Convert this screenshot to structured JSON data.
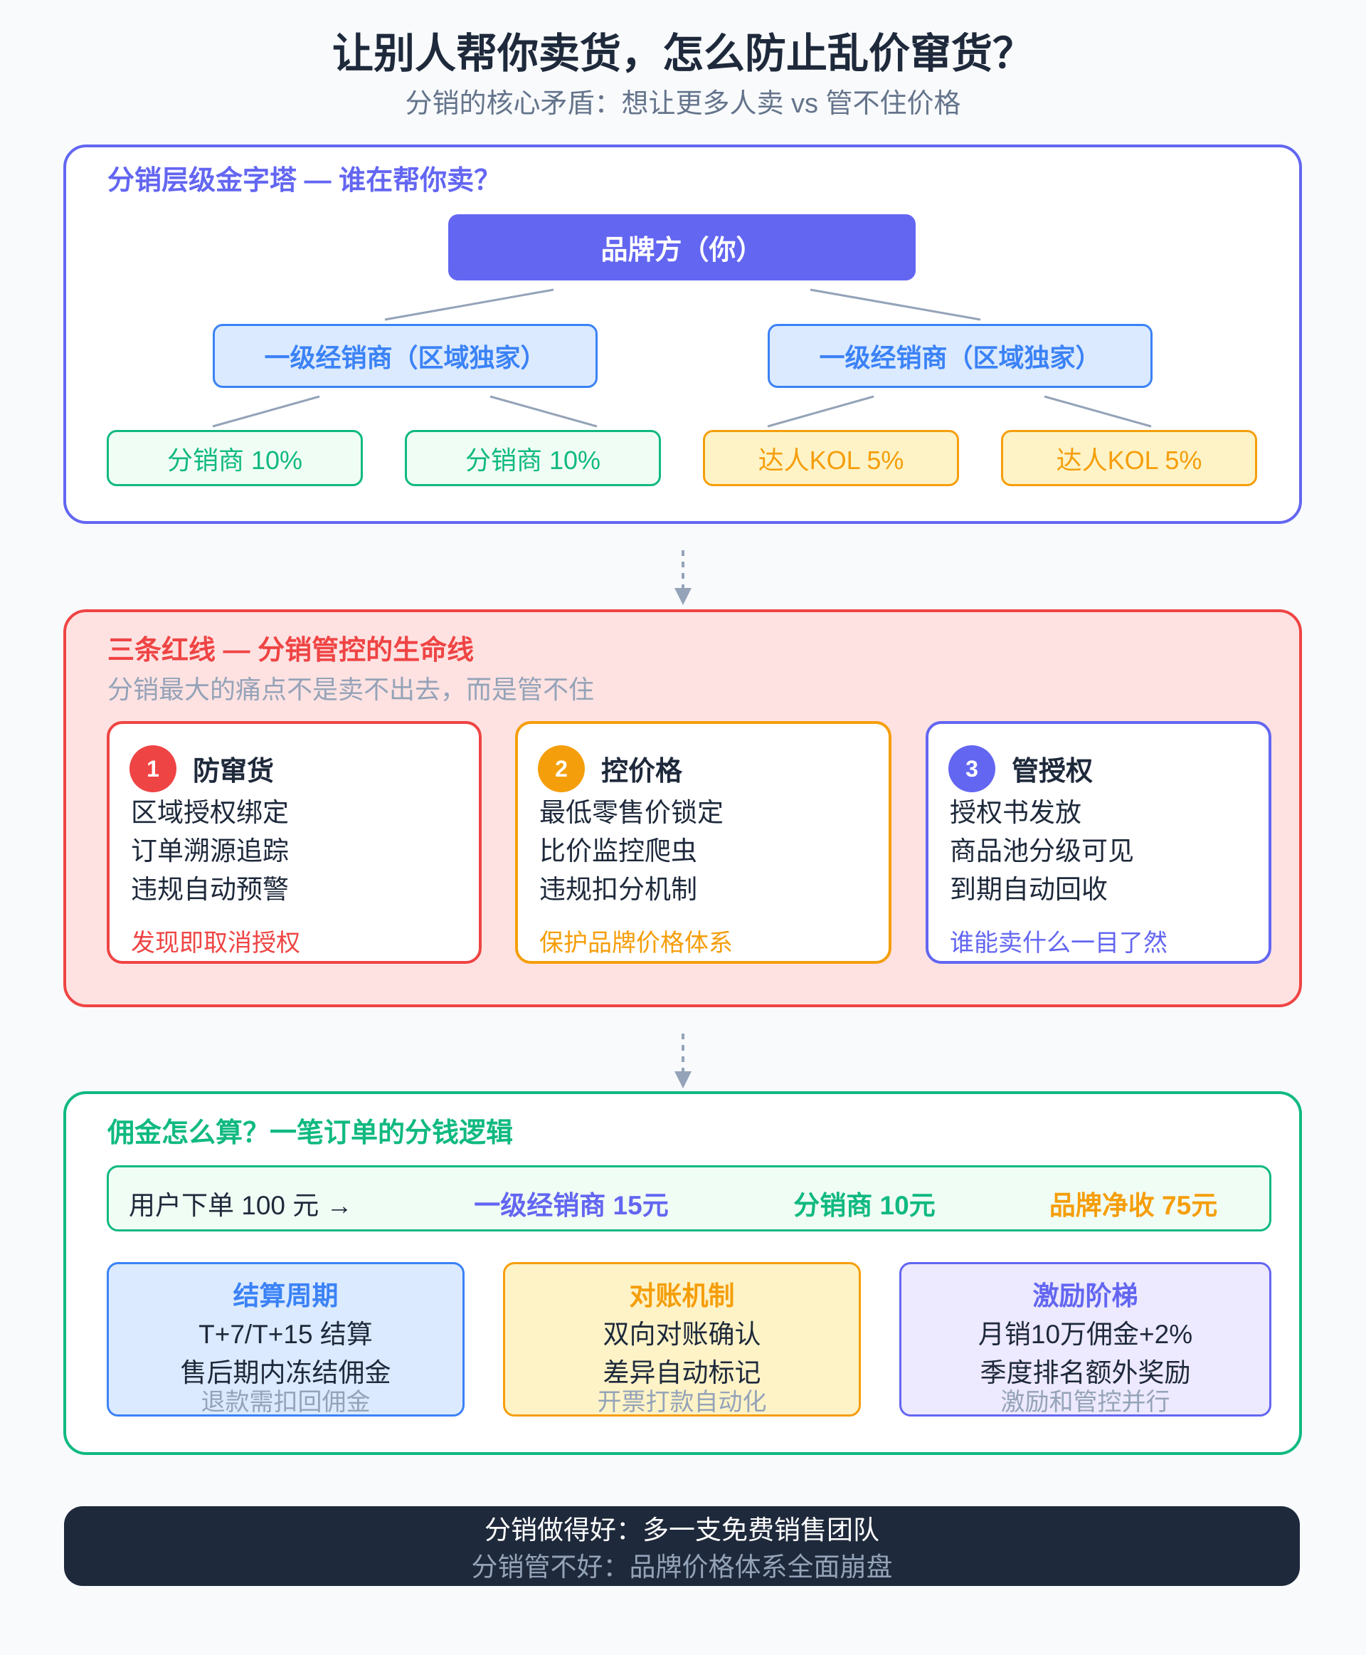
{
  "header": {
    "title": "让别人帮你卖货，怎么防止乱价窜货？",
    "subtitle": "分销的核心矛盾：想让更多人卖 vs 管不住价格"
  },
  "pyramid": {
    "title": "分销层级金字塔 — 谁在帮你卖？",
    "brand": "品牌方（你）",
    "level1": [
      "一级经销商（区域独家）",
      "一级经销商（区域独家）"
    ],
    "level2": [
      "分销商 10%",
      "分销商 10%",
      "达人KOL 5%",
      "达人KOL 5%"
    ]
  },
  "redlines": {
    "title": "三条红线 — 分销管控的生命线",
    "subtitle": "分销最大的痛点不是卖不出去，而是管不住",
    "cards": [
      {
        "num": "1",
        "heading": "防窜货",
        "lines": [
          "区域授权绑定",
          "订单溯源追踪",
          "违规自动预警"
        ],
        "footer": "发现即取消授权",
        "color": "#ef4444"
      },
      {
        "num": "2",
        "heading": "控价格",
        "lines": [
          "最低零售价锁定",
          "比价监控爬虫",
          "违规扣分机制"
        ],
        "footer": "保护品牌价格体系",
        "color": "#f59e0b"
      },
      {
        "num": "3",
        "heading": "管授权",
        "lines": [
          "授权书发放",
          "商品池分级可见",
          "到期自动回收"
        ],
        "footer": "谁能卖什么一目了然",
        "color": "#6366f1"
      }
    ]
  },
  "commission": {
    "title": "佣金怎么算？一笔订单的分钱逻辑",
    "flow": {
      "order": "用户下单 100 元 →",
      "level1": "一级经销商 15元",
      "distributor": "分销商 10元",
      "brand": "品牌净收 75元"
    },
    "cards": [
      {
        "heading": "结算周期",
        "lines": [
          "T+7/T+15 结算",
          "售后期内冻结佣金"
        ],
        "note": "退款需扣回佣金"
      },
      {
        "heading": "对账机制",
        "lines": [
          "双向对账确认",
          "差异自动标记"
        ],
        "note": "开票打款自动化"
      },
      {
        "heading": "激励阶梯",
        "lines": [
          "月销10万佣金+2%",
          "季度排名额外奖励"
        ],
        "note": "激励和管控并行"
      }
    ]
  },
  "footer": {
    "line1": "分销做得好：多一支免费销售团队",
    "line2": "分销管不好：品牌价格体系全面崩盘"
  }
}
